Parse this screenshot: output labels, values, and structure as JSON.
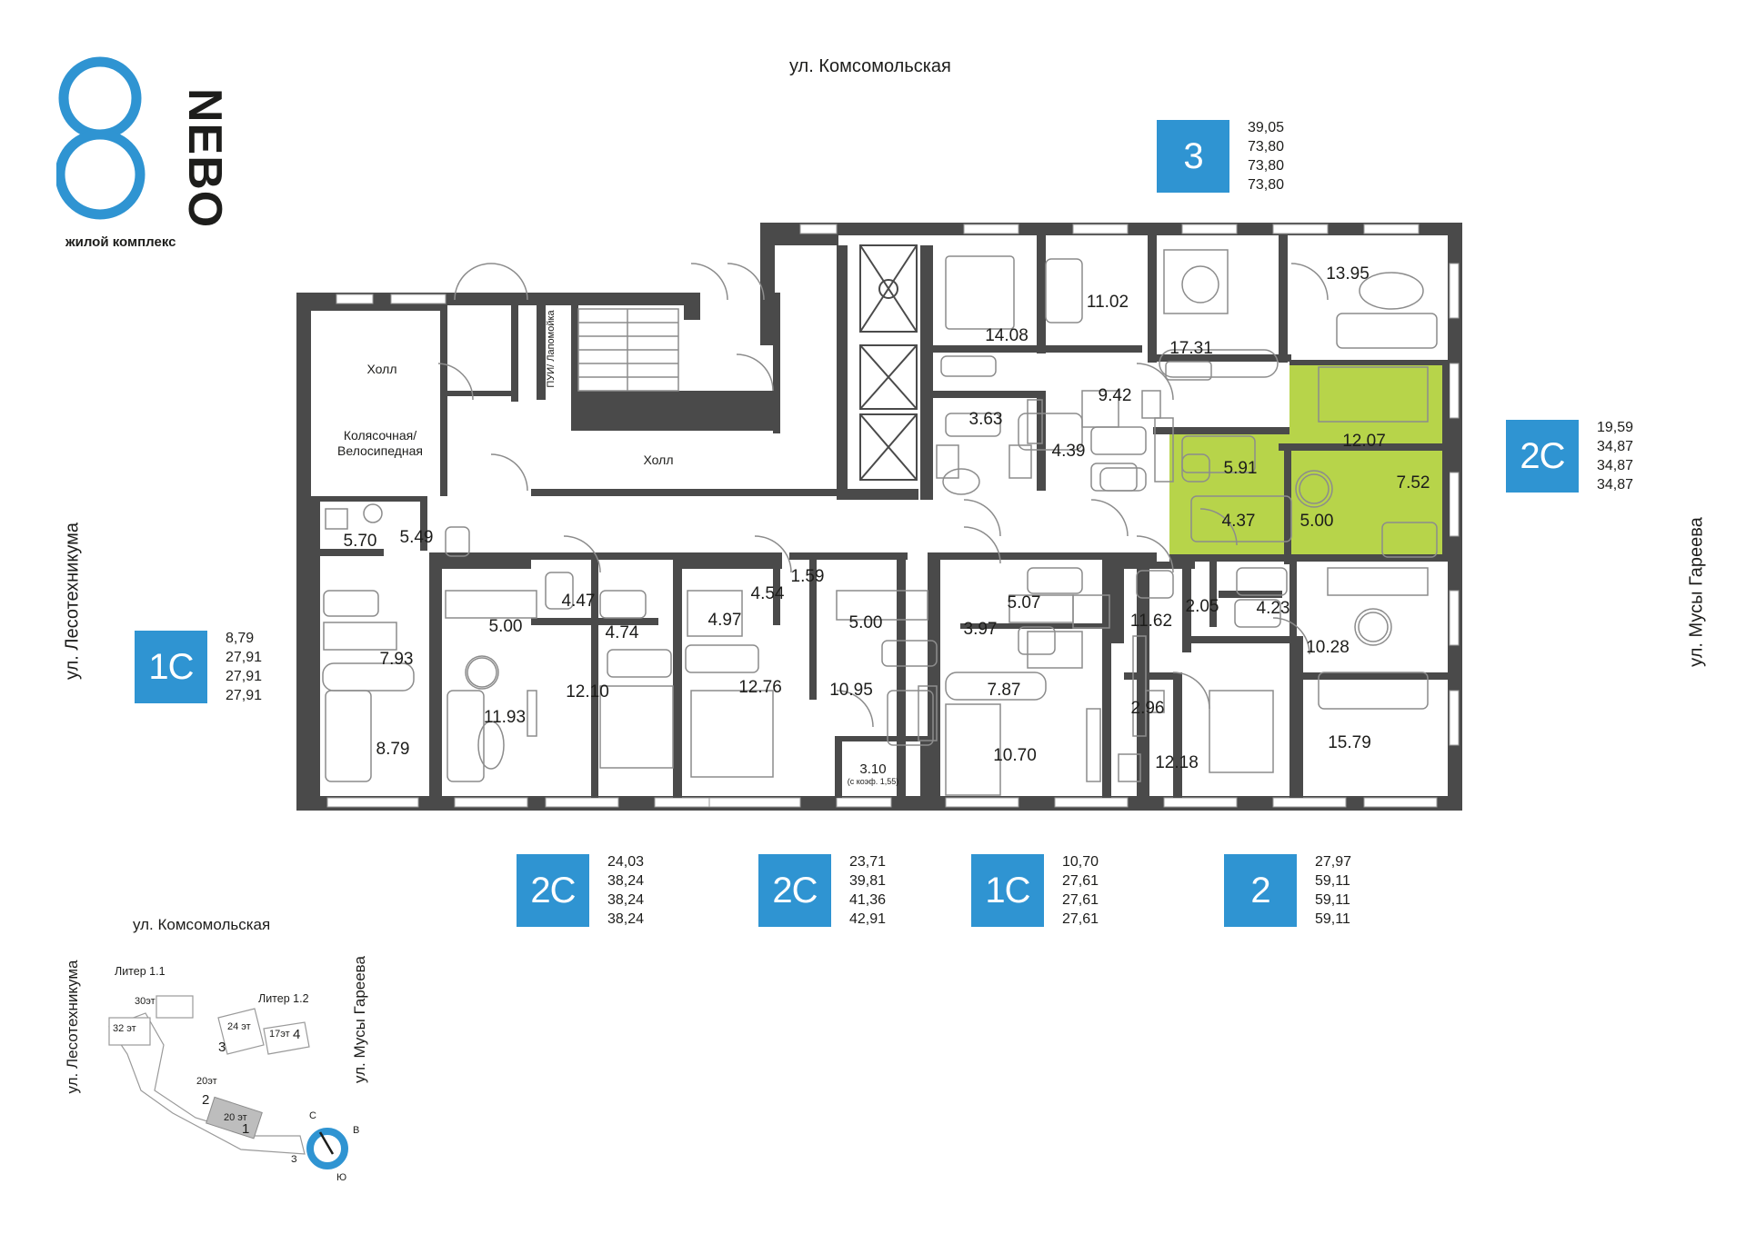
{
  "brand": {
    "name": "NEBO",
    "subtitle": "жилой комплекс"
  },
  "streets": {
    "top": "ул. Комсомольская",
    "left": "ул. Лесотехникума",
    "right": "ул. Мусы Гареева"
  },
  "colors": {
    "accent": "#2f94d2",
    "highlight": "#b7d44a",
    "wall": "#4a4a4a",
    "furniture": "#8c8c8c"
  },
  "apartments": [
    {
      "id": "apt-3",
      "type": "3",
      "areas": [
        "39,05",
        "73,80",
        "73,80",
        "73,80"
      ]
    },
    {
      "id": "apt-2c-right",
      "type": "2С",
      "areas": [
        "19,59",
        "34,87",
        "34,87",
        "34,87"
      ]
    },
    {
      "id": "apt-1c-left",
      "type": "1С",
      "areas": [
        "8,79",
        "27,91",
        "27,91",
        "27,91"
      ]
    },
    {
      "id": "apt-2c-a",
      "type": "2С",
      "areas": [
        "24,03",
        "38,24",
        "38,24",
        "38,24"
      ]
    },
    {
      "id": "apt-2c-b",
      "type": "2С",
      "areas": [
        "23,71",
        "39,81",
        "41,36",
        "42,91"
      ]
    },
    {
      "id": "apt-1c-b",
      "type": "1С",
      "areas": [
        "10,70",
        "27,61",
        "27,61",
        "27,61"
      ]
    },
    {
      "id": "apt-2",
      "type": "2",
      "areas": [
        "27,97",
        "59,11",
        "59,11",
        "59,11"
      ]
    }
  ],
  "rooms": {
    "holl_1": "Холл",
    "stroller": "Колясочная/ Велосипедная",
    "holl_2": "Холл",
    "pui": "ПУИ/ Лапомойка",
    "r_14_08": "14.08",
    "r_11_02": "11.02",
    "r_13_95": "13.95",
    "r_17_31": "17.31",
    "r_9_42": "9.42",
    "r_3_63": "3.63",
    "r_4_39": "4.39",
    "r_12_07": "12.07",
    "r_5_91": "5.91",
    "r_7_52": "7.52",
    "r_4_37": "4.37",
    "r_5_00_hl": "5.00",
    "r_5_70": "5.70",
    "r_5_49": "5.49",
    "r_7_93": "7.93",
    "r_8_79": "8.79",
    "r_5_00_a": "5.00",
    "r_11_93": "11.93",
    "r_4_47": "4.47",
    "r_4_74": "4.74",
    "r_12_10": "12.10",
    "r_4_97": "4.97",
    "r_4_54": "4.54",
    "r_1_59": "1.59",
    "r_12_76": "12.76",
    "r_5_00_b": "5.00",
    "r_10_95": "10.95",
    "r_3_10": "3.10",
    "r_3_10_note": "(с коэф. 1,55)",
    "r_3_97": "3.97",
    "r_5_07": "5.07",
    "r_7_87": "7.87",
    "r_10_70": "10.70",
    "r_11_62": "11.62",
    "r_2_05": "2.05",
    "r_4_23": "4.23",
    "r_10_28": "10.28",
    "r_2_96": "2.96",
    "r_12_18": "12.18",
    "r_15_79": "15.79"
  },
  "minimap": {
    "street_top": "ул. Комсомольская",
    "street_left": "ул. Лесотехникума",
    "street_right": "ул. Мусы Гареева",
    "liter_1_1": "Литер 1.1",
    "liter_1_2": "Литер 1.2",
    "floors_30": "30эт",
    "floors_32": "32 эт",
    "floors_24": "24 эт",
    "floors_17": "17эт",
    "floors_20a": "20эт",
    "floors_20b": "20 эт",
    "section_1": "1",
    "section_2": "2",
    "section_3": "3",
    "section_4": "4",
    "compass": {
      "n": "С",
      "e": "В",
      "s": "Ю",
      "w": "З"
    }
  }
}
